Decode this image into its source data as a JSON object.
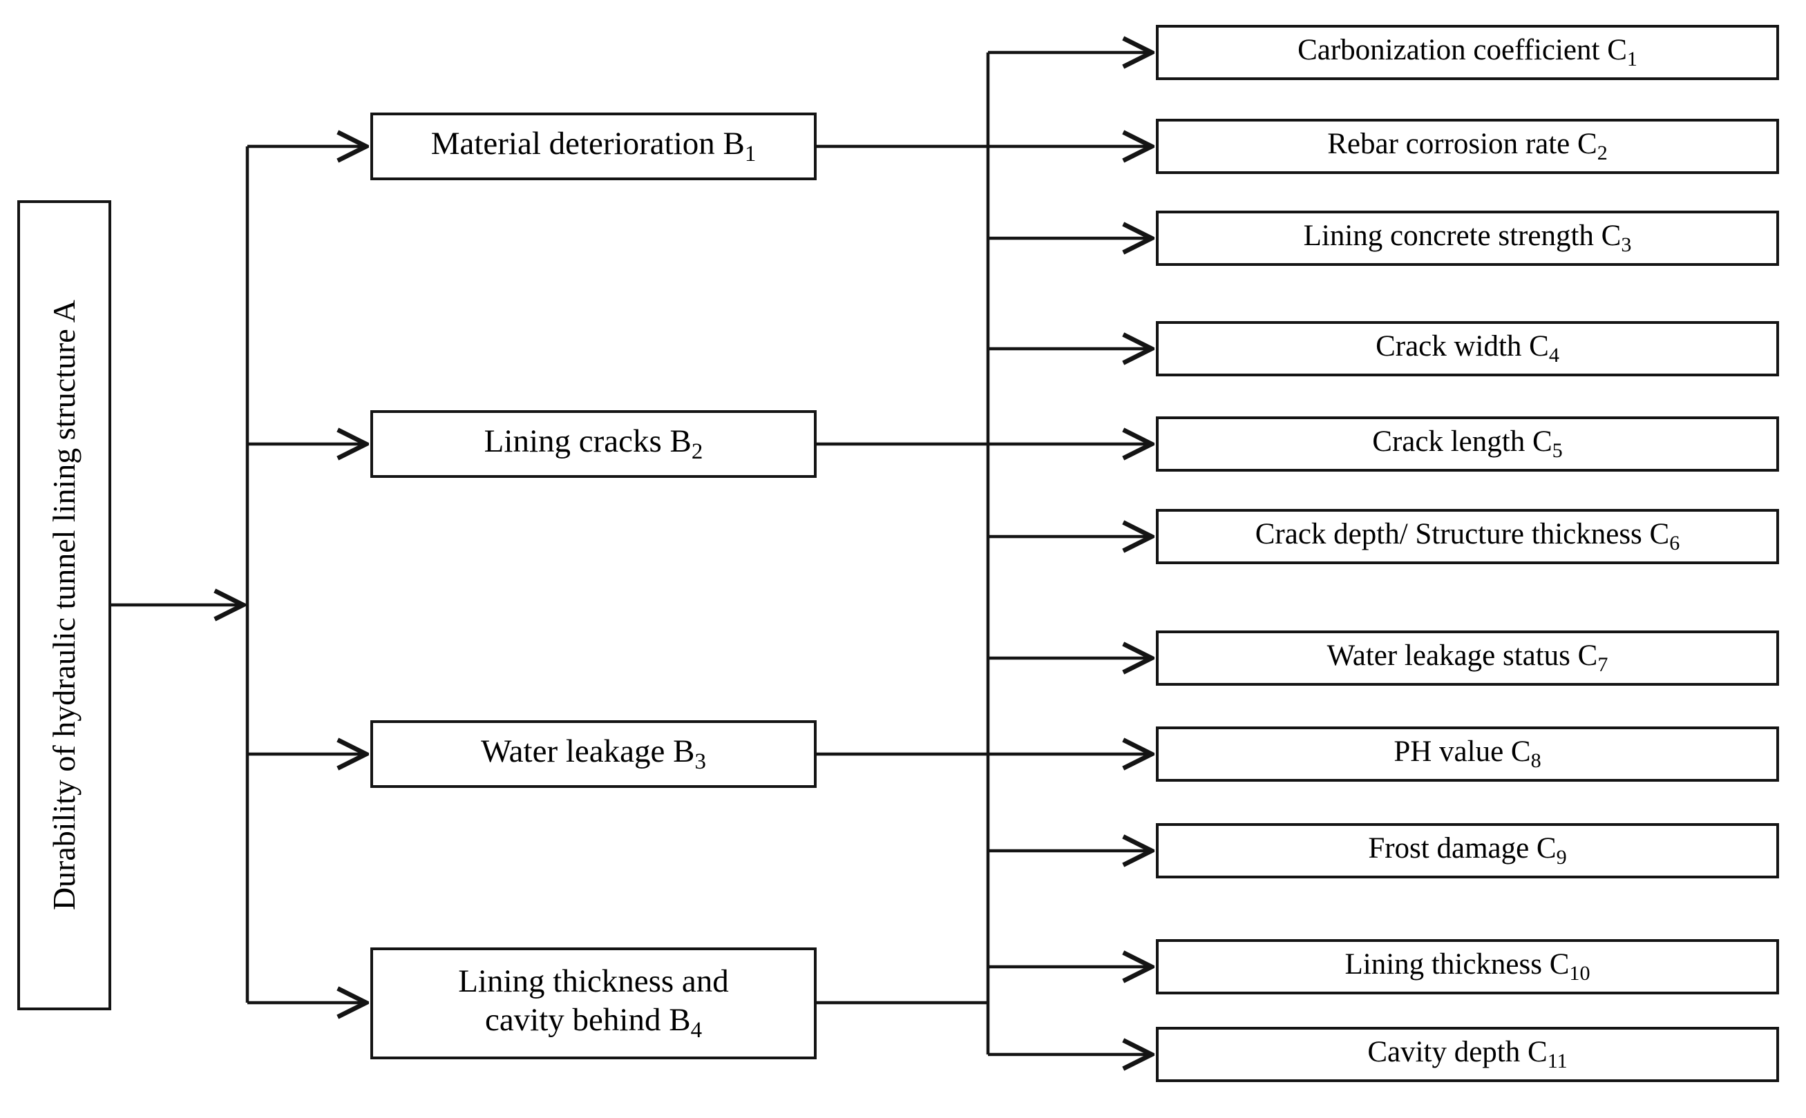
{
  "diagram": {
    "title": "Hierarchical evaluation index system for durability of hydraulic tunnel lining structure",
    "type": "hierarchy-tree",
    "orientation": "left-to-right",
    "levels": 3,
    "colors": {
      "stroke": "#141414",
      "fill": "#ffffff",
      "text": "#000000"
    }
  },
  "goal": {
    "id": "A",
    "label": "Durability of hydraulic tunnel lining structure A",
    "text": "Durability of hydraulic tunnel lining structure",
    "code": "A",
    "orientation": "vertical"
  },
  "criteria": [
    {
      "id": "B1",
      "label": "Material deterioration B",
      "code": "1",
      "full": "Material deterioration B1",
      "line1": "Material deterioration B",
      "line2": ""
    },
    {
      "id": "B2",
      "label": "Lining cracks B",
      "code": "2",
      "full": "Lining cracks B2",
      "line1": "Lining cracks B",
      "line2": ""
    },
    {
      "id": "B3",
      "label": "Water leakage B",
      "code": "3",
      "full": "Water leakage B3",
      "line1": "Water leakage B",
      "line2": ""
    },
    {
      "id": "B4",
      "label": "Lining thickness and cavity behind B",
      "code": "4",
      "full": "Lining thickness and cavity behind B4",
      "line1": "Lining thickness and",
      "line2": "cavity behind B"
    }
  ],
  "indicators": [
    {
      "id": "C1",
      "label": "Carbonization coefficient C",
      "code": "1"
    },
    {
      "id": "C2",
      "label": "Rebar corrosion rate C",
      "code": "2"
    },
    {
      "id": "C3",
      "label": "Lining concrete strength C",
      "code": "3"
    },
    {
      "id": "C4",
      "label": "Crack width C",
      "code": "4"
    },
    {
      "id": "C5",
      "label": "Crack length C",
      "code": "5"
    },
    {
      "id": "C6",
      "label": "Crack depth/ Structure thickness C",
      "code": "6"
    },
    {
      "id": "C7",
      "label": "Water leakage status  C",
      "code": "7"
    },
    {
      "id": "C8",
      "label": "PH value C",
      "code": "8"
    },
    {
      "id": "C9",
      "label": "Frost damage C",
      "code": "9"
    },
    {
      "id": "C10",
      "label": "Lining thickness C",
      "code": "10"
    },
    {
      "id": "C11",
      "label": "Cavity depth C",
      "code": "11"
    }
  ]
}
